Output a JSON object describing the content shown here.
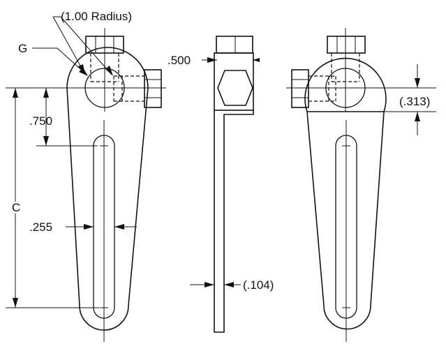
{
  "labels": {
    "radius": "(1.00 Radius)",
    "g": "G",
    "dim_500": ".500",
    "dim_750": ".750",
    "dim_c": "C",
    "dim_255": ".255",
    "dim_104": "(.104)",
    "dim_313": "(.313)"
  }
}
